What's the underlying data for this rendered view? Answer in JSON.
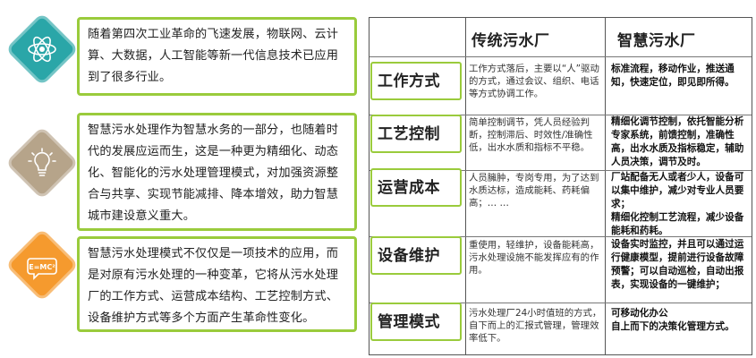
{
  "left_panel": {
    "blocks": [
      {
        "icon": "atom-icon",
        "color": "#2aa6a8",
        "text": "随着第四次工业革命的飞速发展，物联网、云计算、大数据，人工智能等新一代信息技术已应用到了很多行业。"
      },
      {
        "icon": "lightbulb-icon",
        "color": "#b6a48a",
        "text": "智慧污水处理作为智慧水务的一部分，也随着时代的发展应运而生，这是一种更为精细化、动态化、智能化的污水处理管理模式，对加强资源整合与共享、实现节能减排、降本增效，助力智慧城市建设意义重大。"
      },
      {
        "icon": "emc2-speech-bubble-icon",
        "icon_text": "E=MC²",
        "color": "#f59a2e",
        "text": "智慧污水处理模式不仅仅是一项技术的应用，而是对原有污水处理的一种变革，它将从污水处理厂的工作方式、运营成本结构、工艺控制方式、设备维护方式等多个方面产生革命性变化。"
      }
    ]
  },
  "comparison_table": {
    "headers": {
      "traditional": "传统污水厂",
      "smart": "智慧污水厂"
    },
    "rows": [
      {
        "label": "工作方式",
        "traditional": "工作方式落后，主要以“人”驱动的方式，通过会议、组织、电话等方式协调工作。",
        "smart": "标准流程，移动作业，推送通知，快速定位，即见即所得。"
      },
      {
        "label": "工艺控制",
        "traditional": "简单控制调节，凭人员经验判断，控制滞后、时效性/准确性低，出水水质和指标不平稳。",
        "smart": "精细化调节控制，依托智能分析专家系统，前馈控制，准确性高，出水水质及指标稳定，辅助人员决策，调节及时。"
      },
      {
        "label": "运营成本",
        "traditional": "人员臃肿，专岗专用，为了达到水质达标，造成能耗、药耗偏高；… …",
        "smart": "厂站配备无人或者少人，设备可以集中维护，减少对专业人员要求；\n精细化控制工艺流程，减少设备能耗和药耗。"
      },
      {
        "label": "设备维护",
        "traditional": "重使用，轻维护，设备能耗高，污水处理设施不能发挥应有的作用。",
        "smart": "设备实时监控，并且可以通过运行健康模型，提前进行设备故障预警；可以自动巡检，自动出报表，实现设备的一键维护；"
      },
      {
        "label": "管理模式",
        "traditional": "污水处理厂24小时值班的方式，自下而上的汇报式管理，管理效率低下。",
        "smart": "可移动化办公\n自上而下的决策化管理方式。"
      }
    ]
  },
  "colors": {
    "accent_green": "#9acb3c",
    "teal": "#2aa6a8",
    "taupe": "#b6a48a",
    "orange": "#f59a2e"
  }
}
